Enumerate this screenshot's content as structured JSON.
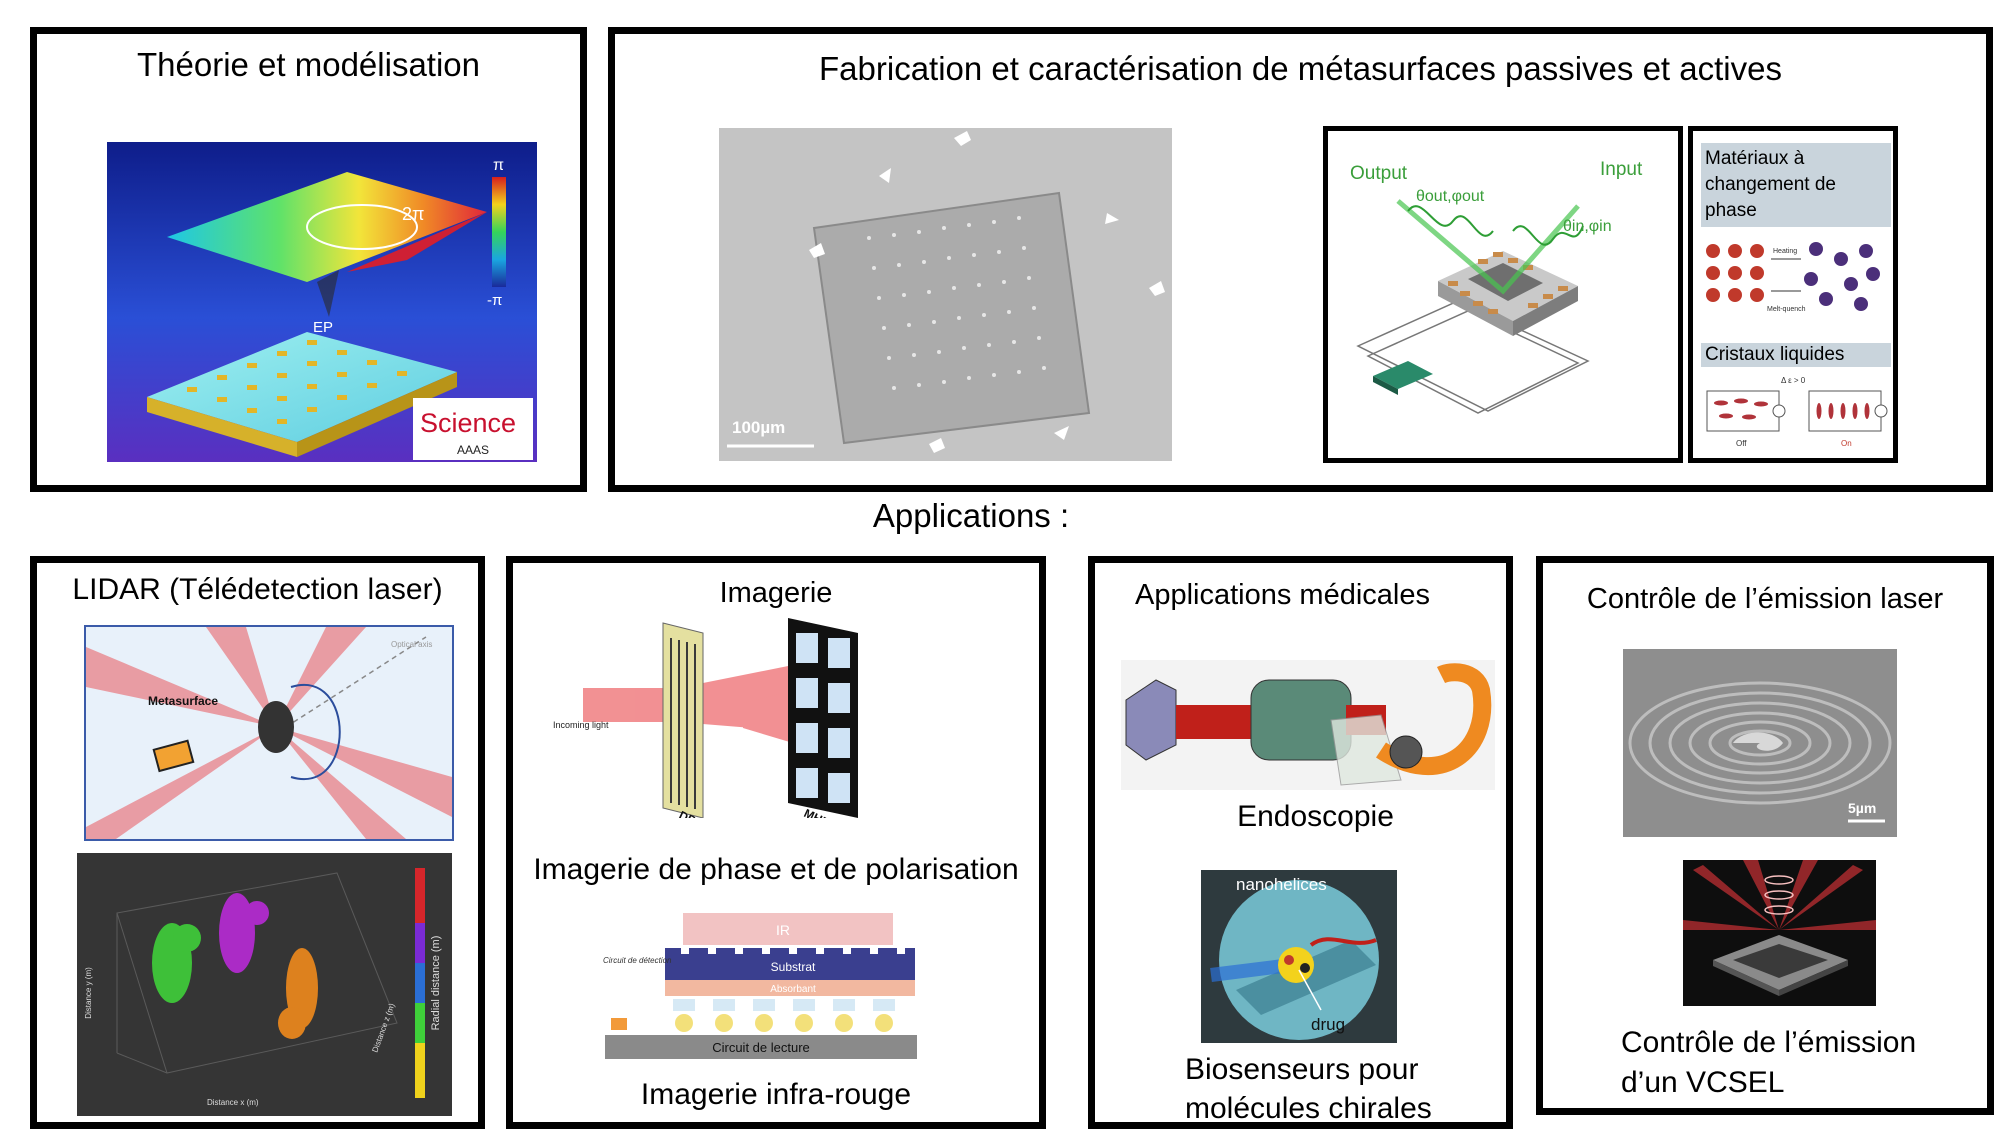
{
  "top": {
    "theory": {
      "title": "Théorie et modélisation",
      "colorbar_max": "π",
      "colorbar_min": "-π",
      "loop_label": "2π",
      "ep_label": "EP",
      "logo_text": "Science",
      "logo_sub": "AAAS"
    },
    "fabrication": {
      "title": "Fabrication et caractérisation de métasurfaces passives et actives",
      "sem_scale": "100µm",
      "output_label": "Output",
      "input_label": "Input",
      "theta_out": "θout,φout",
      "theta_in": "θin,φin",
      "pcm_title": "Matériaux à changement de phase",
      "pcm_heating": "Heating",
      "pcm_melt": "Melt-quench",
      "lc_title": "Cristaux liquides",
      "lc_delta": "Δ ε > 0",
      "lc_off": "Off",
      "lc_on": "On"
    }
  },
  "applications_heading": "Applications :",
  "apps": {
    "lidar": {
      "title": "LIDAR (Télédetection laser)",
      "metasurface_label": "Metasurface",
      "optical_axis": "Optical axis",
      "colorbar_label": "Radial distance (m)",
      "xaxis": "Distance x (m)",
      "yaxis": "Distance y (m)",
      "zaxis": "Distance z (m)"
    },
    "imaging": {
      "title": "Imagerie",
      "incoming": "Incoming light",
      "dpm": "DPM",
      "mhm": "MHM",
      "caption_phase": "Imagerie de phase et de polarisation",
      "ir": "IR",
      "substrat": "Substrat",
      "absorbant": "Absorbant",
      "circuit_detection": "Circuit de détection",
      "circuit_lecture": "Circuit de lecture",
      "caption_ir": "Imagerie infra-rouge"
    },
    "medical": {
      "title": "Applications médicales",
      "endoscopy": "Endoscopie",
      "nanohelices": "nanohelices",
      "drug": "drug",
      "biosensor_line1": "Biosenseurs pour",
      "biosensor_line2": "molécules chirales"
    },
    "laser": {
      "title": "Contrôle de l’émission laser",
      "scale": "5µm",
      "caption_line1": "Contrôle de l’émission",
      "caption_line2": "d’un VCSEL"
    }
  }
}
